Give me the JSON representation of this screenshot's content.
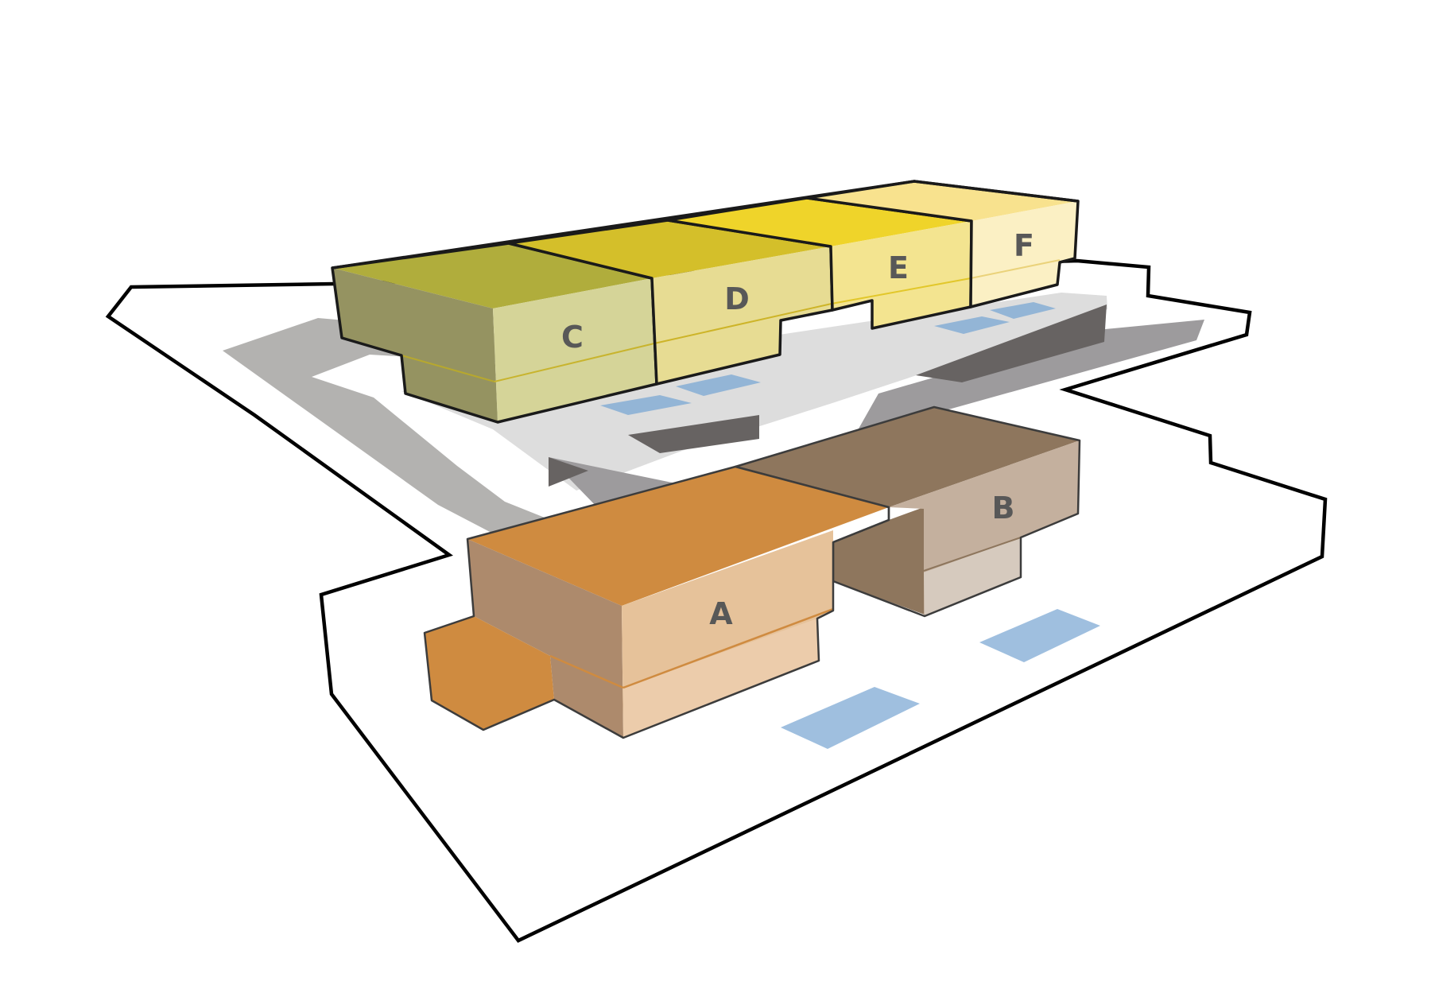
{
  "colors": {
    "site_outline": "#000000",
    "ground_shadow": "#b3b2b0",
    "plaza": "#dddddd",
    "plaza_shadow": "#9d9b9d",
    "dark_void": "#676362",
    "water": "#93b5d6",
    "block_c": "#b0ad3c",
    "block_d": "#d4bf2a",
    "block_e": "#efd42a",
    "block_f": "#f8e28e",
    "block_a": "#cf8b40",
    "block_b": "#8e765d",
    "label_text": "#585858"
  },
  "buildings": [
    {
      "id": "a",
      "label": "A",
      "color": "block-a"
    },
    {
      "id": "b",
      "label": "B",
      "color": "block-b"
    },
    {
      "id": "c",
      "label": "C",
      "color": "block-c"
    },
    {
      "id": "d",
      "label": "D",
      "color": "block-d"
    },
    {
      "id": "e",
      "label": "E",
      "color": "block-e"
    },
    {
      "id": "f",
      "label": "F",
      "color": "block-f"
    }
  ]
}
